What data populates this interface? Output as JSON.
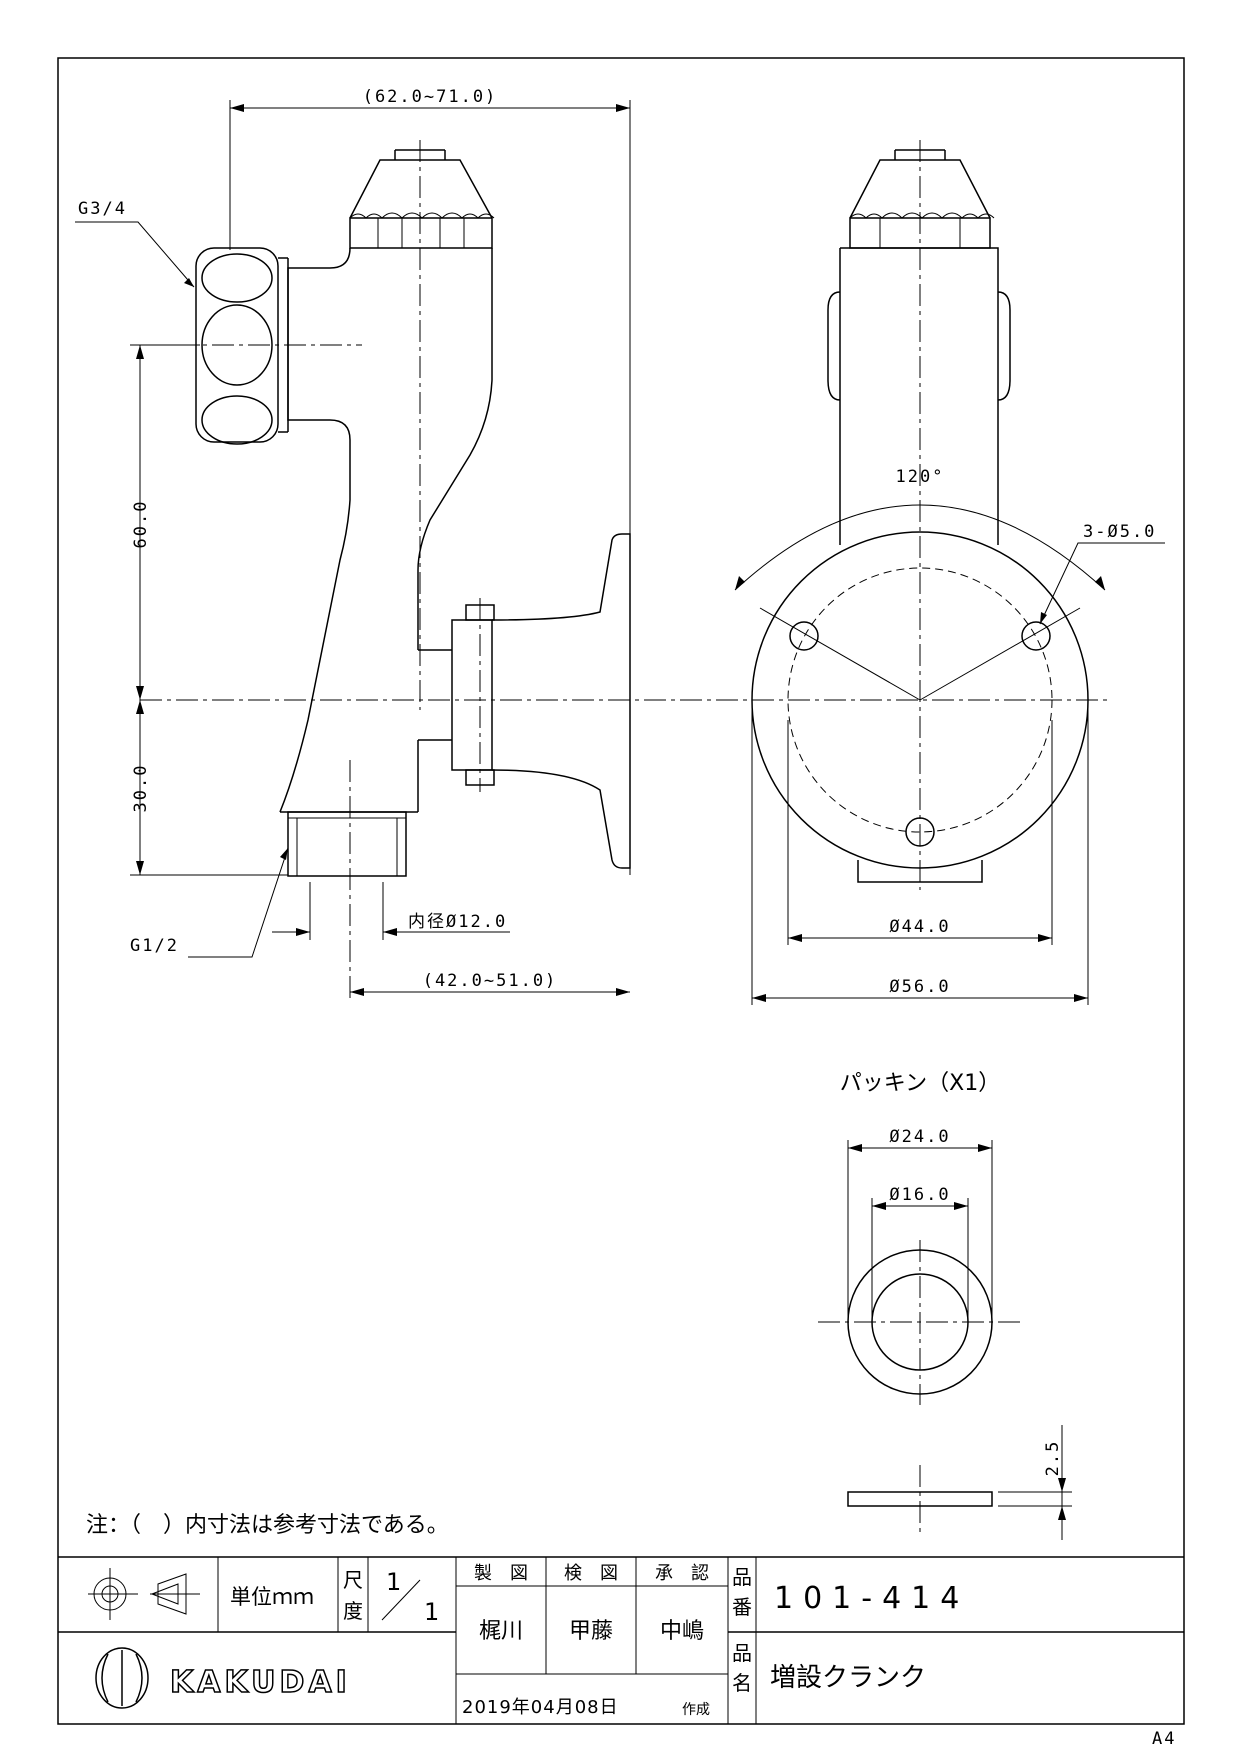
{
  "dimensions": {
    "side_width": "(62.0~71.0)",
    "inlet_thread": "G3/4",
    "height_upper": "60.0",
    "height_lower": "30.0",
    "outlet_thread": "G1/2",
    "inner_diameter": "内径Ø12.0",
    "projection": "(42.0~51.0)",
    "angle": "120°",
    "holes": "3-Ø5.0",
    "bolt_circle": "Ø44.0",
    "flange_diameter": "Ø56.0"
  },
  "packing": {
    "title": "パッキン（X1）",
    "outer": "Ø24.0",
    "inner": "Ø16.0",
    "thickness": "2.5"
  },
  "note": "注：（　）内寸法は参考寸法である。",
  "title_block": {
    "unit_label": "単位ｍｍ",
    "scale_label_1": "尺",
    "scale_label_2": "度",
    "scale_num": "1",
    "scale_den": "1",
    "drawn_header": "製　図",
    "checked_header": "検　図",
    "approved_header": "承　認",
    "drawn_by": "梶川",
    "checked_by": "甲藤",
    "approved_by": "中嶋",
    "part_no_label_1": "品",
    "part_no_label_2": "番",
    "part_no": "101-414",
    "part_name_label_1": "品",
    "part_name_label_2": "名",
    "part_name": "増設クランク",
    "date": "2019年04月08日",
    "created": "作成",
    "brand": "KAKUDAI"
  },
  "paper_size": "A4"
}
